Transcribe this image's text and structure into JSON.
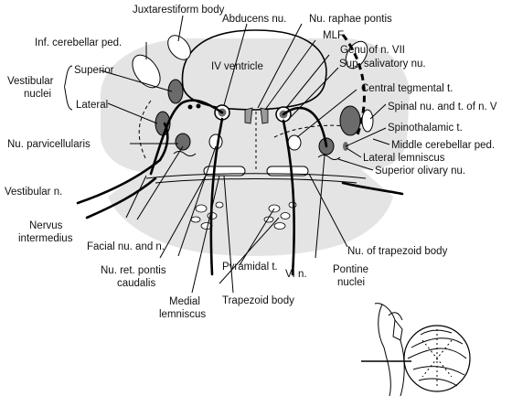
{
  "labels": {
    "juxtarestiform_body": "Juxtarestiform body",
    "abducens_nu": "Abducens nu.",
    "nu_raphae_pontis": "Nu. raphae pontis",
    "inf_cerebellar_ped": "Inf. cerebellar ped.",
    "mlf": "MLF",
    "genu_n_vii": "Genu of n. VII",
    "iv_ventricle": "IV ventricle",
    "sup_salivatory_nu": "Sup. salivatory nu.",
    "vestibular_nuclei_line1": "Vestibular",
    "vestibular_nuclei_line2": "nuclei",
    "superior": "Superior",
    "lateral": "Lateral",
    "central_tegmental_t": "Central tegmental t.",
    "spinal_nu_t_n_v": "Spinal nu. and t. of n. V",
    "spinothalamic_t": "Spinothalamic t.",
    "nu_parvicellularis": "Nu. parvicellularis",
    "middle_cerebellar_ped": "Middle cerebellar ped.",
    "lateral_lemniscus": "Lateral lemniscus",
    "superior_olivary_nu": "Superior olivary nu.",
    "vestibular_n": "Vestibular n.",
    "nervus_intermedius_line1": "Nervus",
    "nervus_intermedius_line2": "intermedius",
    "facial_nu_and_n": "Facial nu. and n.",
    "nu_of_trapezoid_body": "Nu. of trapezoid body",
    "nu_ret_pontis_caudalis_line1": "Nu. ret. pontis",
    "nu_ret_pontis_caudalis_line2": "caudalis",
    "pyramidal_t": "Pyramidal t.",
    "vi_n": "VI n.",
    "pontine_nuclei_line1": "Pontine",
    "pontine_nuclei_line2": "nuclei",
    "medial_lemniscus_line1": "Medial",
    "medial_lemniscus_line2": "lemniscus",
    "trapezoid_body": "Trapezoid body"
  },
  "colors": {
    "pons_fill": "#e4e4e4",
    "nucleus_dark": "#6b6b6b",
    "nucleus_mid": "#9a9a9a",
    "background": "#ffffff",
    "ink": "#000000"
  },
  "inset": {
    "description_icon": "brainstem-sagittal-inset-icon"
  }
}
